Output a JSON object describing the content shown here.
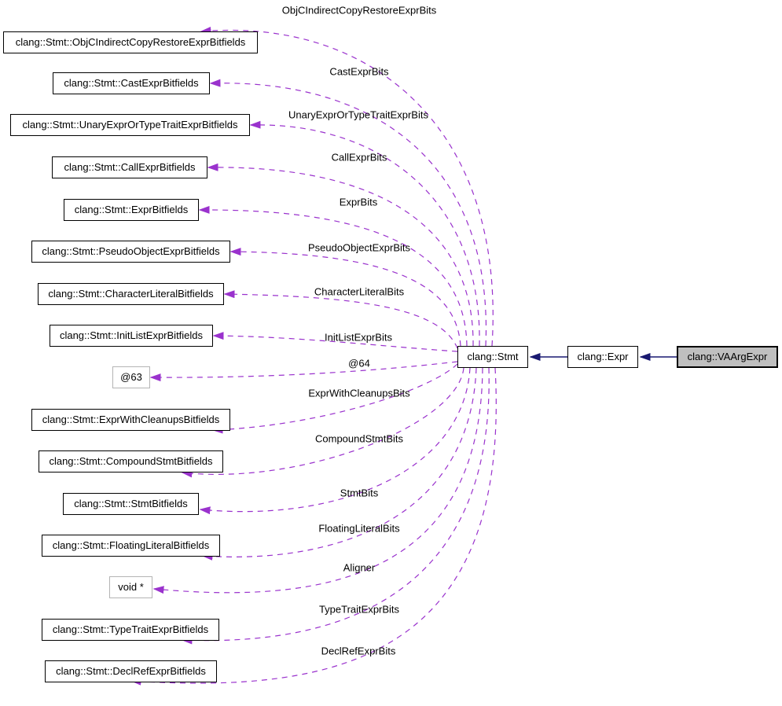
{
  "diagram": {
    "type": "collaboration-graph",
    "focus_class": "clang::VAArgExpr",
    "colors": {
      "usage_edge": "#9a32cd",
      "inheritance_edge": "#191970",
      "focus_node_fill": "#bfbfbf",
      "node_fill": "#ffffff",
      "node_border": "#000000",
      "anonymous_node_border": "#b4b4b4",
      "text": "#000000"
    }
  },
  "chain_nodes": {
    "stmt": {
      "label": "clang::Stmt"
    },
    "expr": {
      "label": "clang::Expr"
    },
    "vaarg": {
      "label": "clang::VAArgExpr"
    }
  },
  "left_nodes": [
    {
      "label": "clang::Stmt::ObjCIndirectCopyRestoreExprBitfields"
    },
    {
      "label": "clang::Stmt::CastExprBitfields"
    },
    {
      "label": "clang::Stmt::UnaryExprOrTypeTraitExprBitfields"
    },
    {
      "label": "clang::Stmt::CallExprBitfields"
    },
    {
      "label": "clang::Stmt::ExprBitfields"
    },
    {
      "label": "clang::Stmt::PseudoObjectExprBitfields"
    },
    {
      "label": "clang::Stmt::CharacterLiteralBitfields"
    },
    {
      "label": "clang::Stmt::InitListExprBitfields"
    },
    {
      "label": "@63"
    },
    {
      "label": "clang::Stmt::ExprWithCleanupsBitfields"
    },
    {
      "label": "clang::Stmt::CompoundStmtBitfields"
    },
    {
      "label": "clang::Stmt::StmtBitfields"
    },
    {
      "label": "clang::Stmt::FloatingLiteralBitfields"
    },
    {
      "label": "void *"
    },
    {
      "label": "clang::Stmt::TypeTraitExprBitfields"
    },
    {
      "label": "clang::Stmt::DeclRefExprBitfields"
    }
  ],
  "edge_labels": [
    "ObjCIndirectCopyRestoreExprBits",
    "CastExprBits",
    "UnaryExprOrTypeTraitExprBits",
    "CallExprBits",
    "ExprBits",
    "PseudoObjectExprBits",
    "CharacterLiteralBits",
    "InitListExprBits",
    "@64",
    "ExprWithCleanupsBits",
    "CompoundStmtBits",
    "StmtBits",
    "FloatingLiteralBits",
    "Aligner",
    "TypeTraitExprBits",
    "DeclRefExprBits"
  ]
}
